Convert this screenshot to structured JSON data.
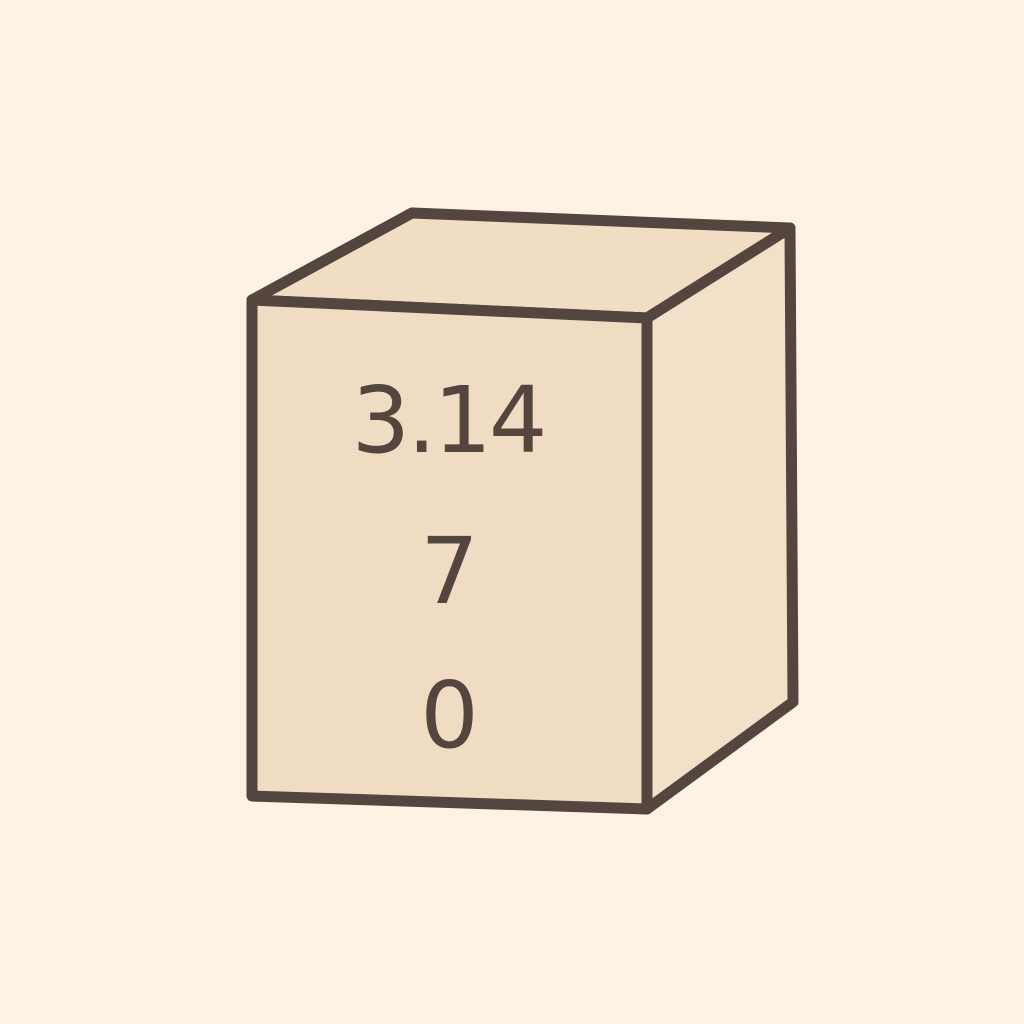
{
  "colors": {
    "background": "#fdf2e4",
    "face_front": "#efdcc3",
    "face_top": "#f0ddc4",
    "face_side": "#f2e0c8",
    "outline": "#54463f",
    "text": "#54463f"
  },
  "cube": {
    "values": [
      "3.14",
      "7",
      "0"
    ]
  }
}
